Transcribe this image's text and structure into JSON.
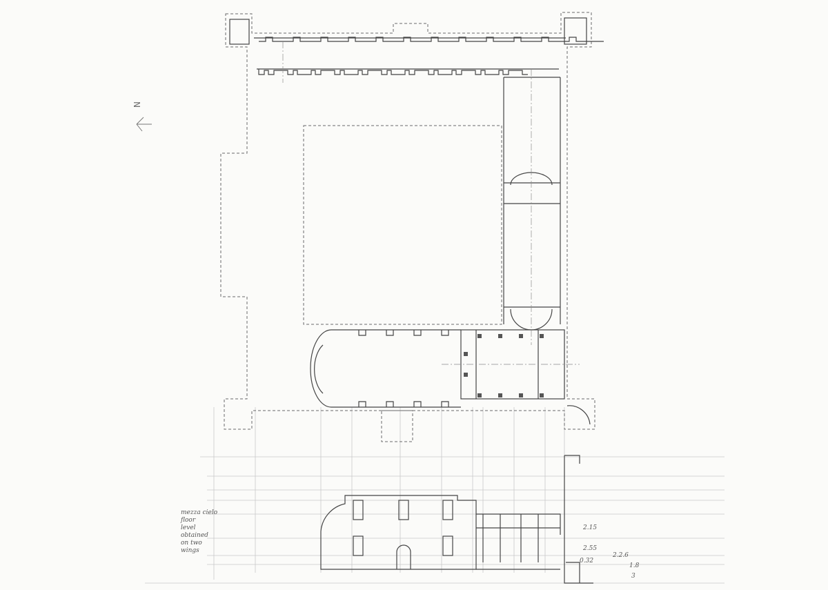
{
  "drawing": {
    "type": "architectural sketch: ground floor plan with projected elevation",
    "north_label": "N",
    "annotations": {
      "left_note": [
        "mezza cielo",
        "floor",
        "level",
        "obtained",
        "on two",
        "wings"
      ],
      "dim_1": "2.15",
      "dim_2": "2.55",
      "dim_3": "0.32",
      "dim_4": "2.2.6",
      "dim_5": "1.8",
      "dim_6": "3"
    },
    "colors": {
      "ink": "#4a4a4a",
      "paper": "#fbfbf9",
      "guide": "#c9c9c9"
    }
  }
}
